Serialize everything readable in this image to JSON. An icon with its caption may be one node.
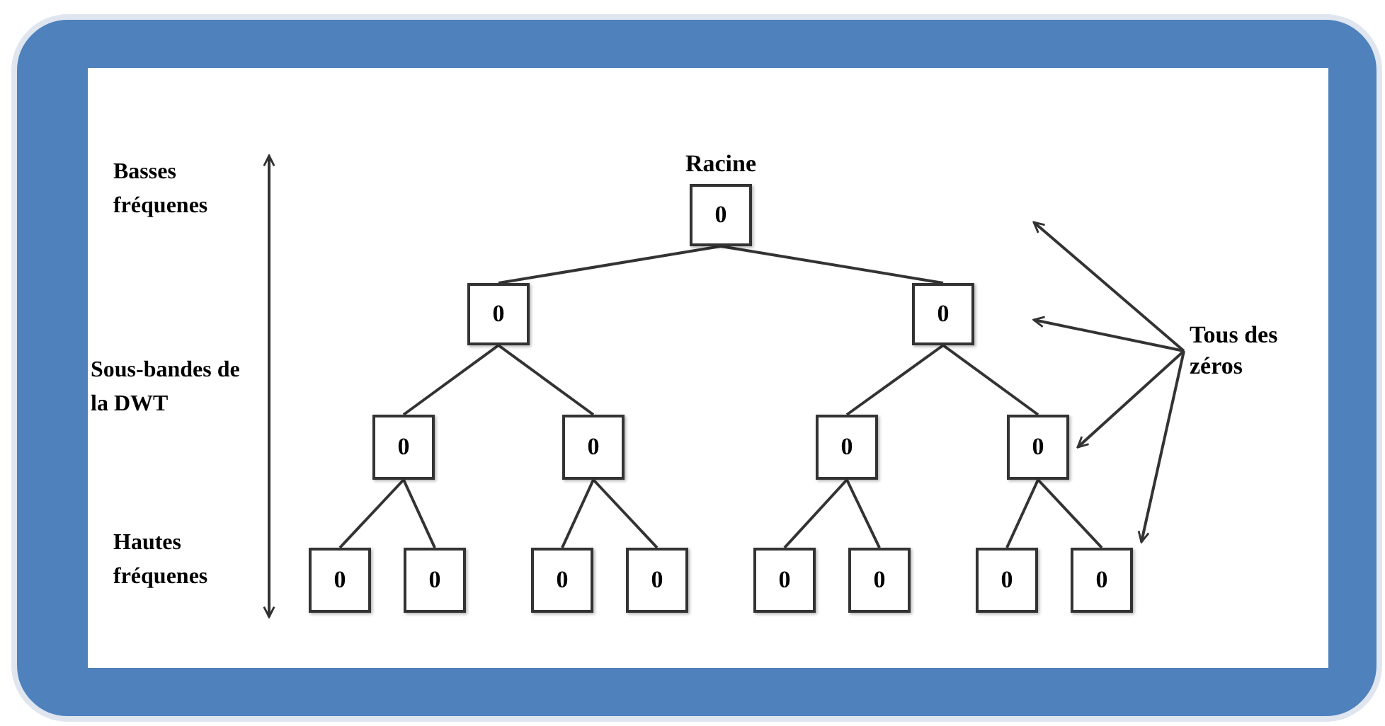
{
  "diagram": {
    "nodes": [
      {
        "text": [
          "0"
        ],
        "beside": [
          "Racine"
        ]
      },
      {
        "text": [
          "0"
        ]
      },
      {
        "text": [
          "0"
        ]
      },
      {
        "text": [
          "0"
        ]
      },
      {
        "text": [
          "0"
        ]
      },
      {
        "text": [
          "0"
        ]
      },
      {
        "text": [
          "0"
        ]
      },
      {
        "text": [
          "0"
        ]
      },
      {
        "text": [
          "0"
        ]
      },
      {
        "text": [
          "0"
        ]
      },
      {
        "text": [
          "0"
        ]
      },
      {
        "text": [
          "0"
        ]
      },
      {
        "text": [
          "0"
        ]
      },
      {
        "text": [
          "0"
        ]
      },
      {
        "text": [
          "0"
        ]
      },
      {
        "text": [
          "Tous des zéros"
        ]
      }
    ],
    "edges": [
      {
        "from": 0,
        "to": 1,
        "arrow": "none"
      },
      {
        "from": 0,
        "to": 2,
        "arrow": "none"
      },
      {
        "from": 1,
        "to": 3,
        "arrow": "none"
      },
      {
        "from": 1,
        "to": 4,
        "arrow": "none"
      },
      {
        "from": 2,
        "to": 5,
        "arrow": "none"
      },
      {
        "from": 2,
        "to": 6,
        "arrow": "none"
      },
      {
        "from": 3,
        "to": 7,
        "arrow": "none"
      },
      {
        "from": 3,
        "to": 8,
        "arrow": "none"
      },
      {
        "from": 4,
        "to": 9,
        "arrow": "none"
      },
      {
        "from": 4,
        "to": 10,
        "arrow": "none"
      },
      {
        "from": 5,
        "to": 11,
        "arrow": "none"
      },
      {
        "from": 5,
        "to": 12,
        "arrow": "none"
      },
      {
        "from": 6,
        "to": 13,
        "arrow": "none"
      },
      {
        "from": 6,
        "to": 14,
        "arrow": "none"
      },
      {
        "from": 15,
        "to": null,
        "arrow": "to"
      },
      {
        "from": 15,
        "to": null,
        "arrow": "to"
      },
      {
        "from": 15,
        "to": 6,
        "arrow": "to"
      },
      {
        "from": 15,
        "to": 14,
        "arrow": "to"
      }
    ],
    "labels": [
      "Basses fréquenes",
      "Sous-bandes de la DWT",
      "Hautes fréquenes"
    ]
  }
}
